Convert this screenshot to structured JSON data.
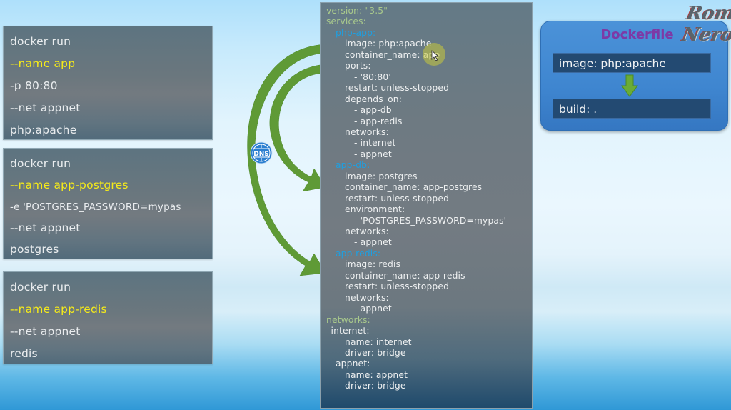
{
  "docker_run_commands": [
    {
      "lines": [
        {
          "text": "docker run",
          "highlight": false
        },
        {
          "text": "--name app",
          "highlight": true
        },
        {
          "text": "-p 80:80",
          "highlight": false
        },
        {
          "text": "--net appnet",
          "highlight": false
        },
        {
          "text": "php:apache",
          "highlight": false
        }
      ]
    },
    {
      "lines": [
        {
          "text": "docker run",
          "highlight": false
        },
        {
          "text": "--name app-postgres",
          "highlight": true
        },
        {
          "text": "-e 'POSTGRES_PASSWORD=mypas",
          "highlight": false
        },
        {
          "text": "--net appnet",
          "highlight": false
        },
        {
          "text": "postgres",
          "highlight": false
        }
      ]
    },
    {
      "lines": [
        {
          "text": "docker run",
          "highlight": false
        },
        {
          "text": "--name app-redis",
          "highlight": true
        },
        {
          "text": "--net appnet",
          "highlight": false
        },
        {
          "text": "redis",
          "highlight": false
        }
      ]
    }
  ],
  "compose_yaml": {
    "lines": [
      {
        "text": "version: \"3.5\"",
        "indent": 0,
        "kind": "top"
      },
      {
        "text": "services:",
        "indent": 0,
        "kind": "top"
      },
      {
        "text": "php-app:",
        "indent": 1,
        "kind": "svc"
      },
      {
        "text": "image: php:apache",
        "indent": 2,
        "kind": "kv"
      },
      {
        "text": "container_name: app",
        "indent": 2,
        "kind": "kv"
      },
      {
        "text": "ports:",
        "indent": 2,
        "kind": "kv"
      },
      {
        "text": "- '80:80'",
        "indent": 3,
        "kind": "kv"
      },
      {
        "text": "restart: unless-stopped",
        "indent": 2,
        "kind": "kv"
      },
      {
        "text": "depends_on:",
        "indent": 2,
        "kind": "kv"
      },
      {
        "text": "- app-db",
        "indent": 3,
        "kind": "kv"
      },
      {
        "text": "- app-redis",
        "indent": 3,
        "kind": "kv"
      },
      {
        "text": "networks:",
        "indent": 2,
        "kind": "kv"
      },
      {
        "text": "- internet",
        "indent": 3,
        "kind": "kv"
      },
      {
        "text": "- appnet",
        "indent": 3,
        "kind": "kv"
      },
      {
        "text": "app-db:",
        "indent": 1,
        "kind": "svc"
      },
      {
        "text": "image: postgres",
        "indent": 2,
        "kind": "kv"
      },
      {
        "text": "container_name: app-postgres",
        "indent": 2,
        "kind": "kv"
      },
      {
        "text": "restart: unless-stopped",
        "indent": 2,
        "kind": "kv"
      },
      {
        "text": "environment:",
        "indent": 2,
        "kind": "kv"
      },
      {
        "text": "- 'POSTGRES_PASSWORD=mypas'",
        "indent": 3,
        "kind": "kv"
      },
      {
        "text": "networks:",
        "indent": 2,
        "kind": "kv"
      },
      {
        "text": "- appnet",
        "indent": 3,
        "kind": "kv"
      },
      {
        "text": "app-redis:",
        "indent": 1,
        "kind": "svc"
      },
      {
        "text": "image: redis",
        "indent": 2,
        "kind": "kv"
      },
      {
        "text": "container_name: app-redis",
        "indent": 2,
        "kind": "kv"
      },
      {
        "text": "restart: unless-stopped",
        "indent": 2,
        "kind": "kv"
      },
      {
        "text": "networks:",
        "indent": 2,
        "kind": "kv"
      },
      {
        "text": "- appnet",
        "indent": 3,
        "kind": "kv"
      },
      {
        "text": "networks:",
        "indent": 0,
        "kind": "top"
      },
      {
        "text": "internet:",
        "indent": 0.5,
        "kind": "kv"
      },
      {
        "text": "name: internet",
        "indent": 2,
        "kind": "kv"
      },
      {
        "text": "driver: bridge",
        "indent": 2,
        "kind": "kv"
      },
      {
        "text": "appnet:",
        "indent": 1,
        "kind": "kv"
      },
      {
        "text": "name: appnet",
        "indent": 2,
        "kind": "kv"
      },
      {
        "text": "driver: bridge",
        "indent": 2,
        "kind": "kv"
      }
    ]
  },
  "dns_badge": {
    "label": "DNS",
    "icon": "globe-icon"
  },
  "dockerfile_card": {
    "title": "Dockerfile",
    "image_row": "image:  php:apache",
    "build_row": "build:  ."
  },
  "logo": {
    "line1": "Rom",
    "line2": "Nero"
  },
  "colors": {
    "highlight_yellow": "#f5ea1a",
    "service_blue": "#1f9fe0",
    "top_key_green": "#a9c98c",
    "arrow_green": "#5f9a36",
    "dockerfile_title_purple": "#7d3aa6"
  }
}
